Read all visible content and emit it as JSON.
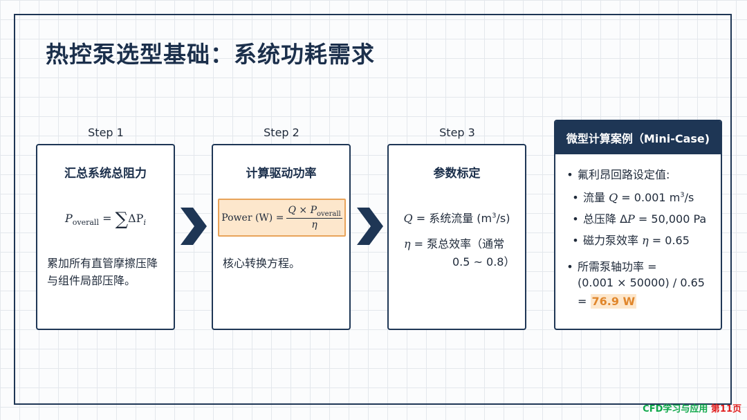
{
  "title": "热控泵选型基础：系统功耗需求",
  "steps": [
    {
      "label": "Step 1",
      "heading": "汇总系统总阻力",
      "formula": {
        "lhs": "P",
        "lhs_sub": "overall",
        "op": "=",
        "sum": "∑",
        "rhs": "ΔP",
        "rhs_sub": "i"
      },
      "text_line1": "累加所有直管摩擦压降",
      "text_line2": "与组件局部压降。"
    },
    {
      "label": "Step 2",
      "heading": "计算驱动功率",
      "formula": {
        "lhs": "Power (W) =",
        "num_q": "Q",
        "num_times": " × ",
        "num_p": "P",
        "num_sub": "overall",
        "den": "η"
      },
      "text": "核心转换方程。"
    },
    {
      "label": "Step 3",
      "heading": "参数标定",
      "q_sym": "Q",
      "q_text": " = 系统流量 (m",
      "q_sup": "3",
      "q_tail": "/s)",
      "eta_sym": "η",
      "eta_text": " = 泵总效率（通常",
      "eta_range": "0.5 ~ 0.8）"
    }
  ],
  "case": {
    "heading": "微型计算案例（Mini-Case)",
    "bullet": "•",
    "line1": "氟利昂回路设定值:",
    "line2_pre": "流量 ",
    "line2_sym": "Q",
    "line2_val": " = 0.001 m",
    "line2_sup": "3",
    "line2_tail": "/s",
    "line3_pre": "总压降 Δ",
    "line3_sym": "P",
    "line3_val": " = 50,000 Pa",
    "line4_pre": "磁力泵效率 ",
    "line4_sym": "η",
    "line4_val": " = 0.65",
    "line5": "所需泵轴功率 =",
    "line6": "(0.001 × 50000) / 0.65",
    "line7_eq": "= ",
    "result": "76.9 W"
  },
  "footer": {
    "brand": "CFD学习与应用",
    "page": "第11页"
  },
  "colors": {
    "navy": "#1e3655",
    "highlight_fill": "#fde7cc",
    "highlight_border": "#e8a35a",
    "result": "#e0862b",
    "footer_green": "#0fa84a",
    "footer_red": "#e02020"
  },
  "icons": [
    "chevron-right-icon",
    "chevron-right-icon"
  ]
}
